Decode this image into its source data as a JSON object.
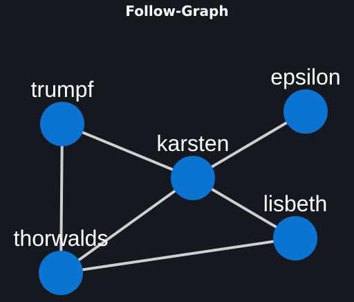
{
  "title": "Follow-Graph",
  "colors": {
    "background": "#161820",
    "node": "#0a74d0",
    "edge": "#cfcfcf",
    "text": "#ffffff"
  },
  "nodes": [
    {
      "id": "trumpf",
      "label": "trumpf"
    },
    {
      "id": "epsilon",
      "label": "epsilon"
    },
    {
      "id": "karsten",
      "label": "karsten"
    },
    {
      "id": "lisbeth",
      "label": "lisbeth"
    },
    {
      "id": "thorwalds",
      "label": "thorwalds"
    }
  ],
  "edges": [
    {
      "source": "trumpf",
      "target": "karsten"
    },
    {
      "source": "trumpf",
      "target": "thorwalds"
    },
    {
      "source": "karsten",
      "target": "epsilon"
    },
    {
      "source": "karsten",
      "target": "lisbeth"
    },
    {
      "source": "karsten",
      "target": "thorwalds"
    },
    {
      "source": "thorwalds",
      "target": "lisbeth"
    }
  ]
}
